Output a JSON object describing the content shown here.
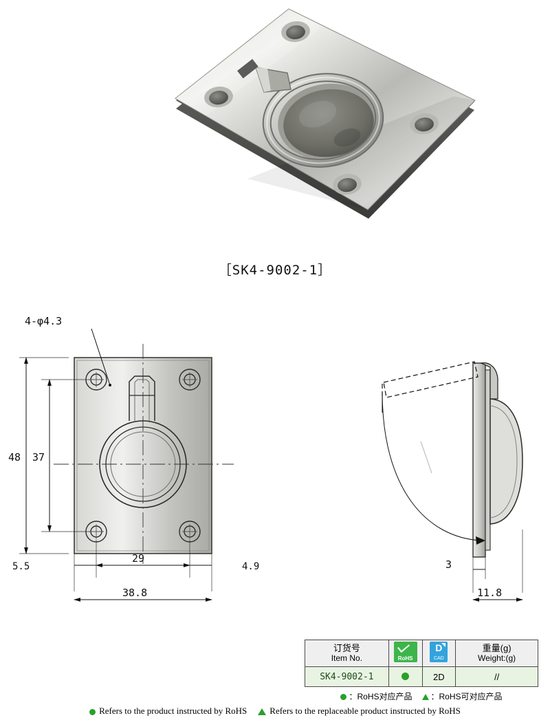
{
  "part": {
    "label": "［SK4-9002-1］",
    "model": "SK4-9002-1"
  },
  "drawing": {
    "hole_callout": "4-φ4.3",
    "dim_height_outer": "48",
    "dim_height_inner": "37",
    "dim_left_edge": "5.5",
    "dim_hole_span": "29",
    "dim_right_edge": "4.9",
    "dim_width_total": "38.8",
    "dim_plate_thickness": "3",
    "dim_depth_total": "11.8"
  },
  "table": {
    "headers": [
      {
        "cn": "订货号",
        "en": "Item No."
      },
      {
        "cn": "",
        "en": "RoHS"
      },
      {
        "cn": "",
        "en": "CAD"
      },
      {
        "cn": "重量(g)",
        "en": "Weight:(g)"
      }
    ],
    "row": {
      "item_no": "SK4-9002-1",
      "rohs": "●",
      "cad": "2D",
      "weight": "//"
    },
    "icons": {
      "rohs_badge_text": "RoHS",
      "cad_badge_top": "D",
      "cad_badge_bottom": "CAD"
    }
  },
  "legend": {
    "cn_dot": "：RoHS对应产品",
    "cn_tri": "：RoHS可对应产品",
    "en_dot": "Refers to the product instructed by RoHS",
    "en_tri": "Refers to the replaceable product instructed by RoHS"
  },
  "colors": {
    "rohs_green": "#2aa02a",
    "cad_blue": "#34a3dd",
    "table_row_bg": "#e9f3e2",
    "table_header_bg": "#efefef"
  }
}
